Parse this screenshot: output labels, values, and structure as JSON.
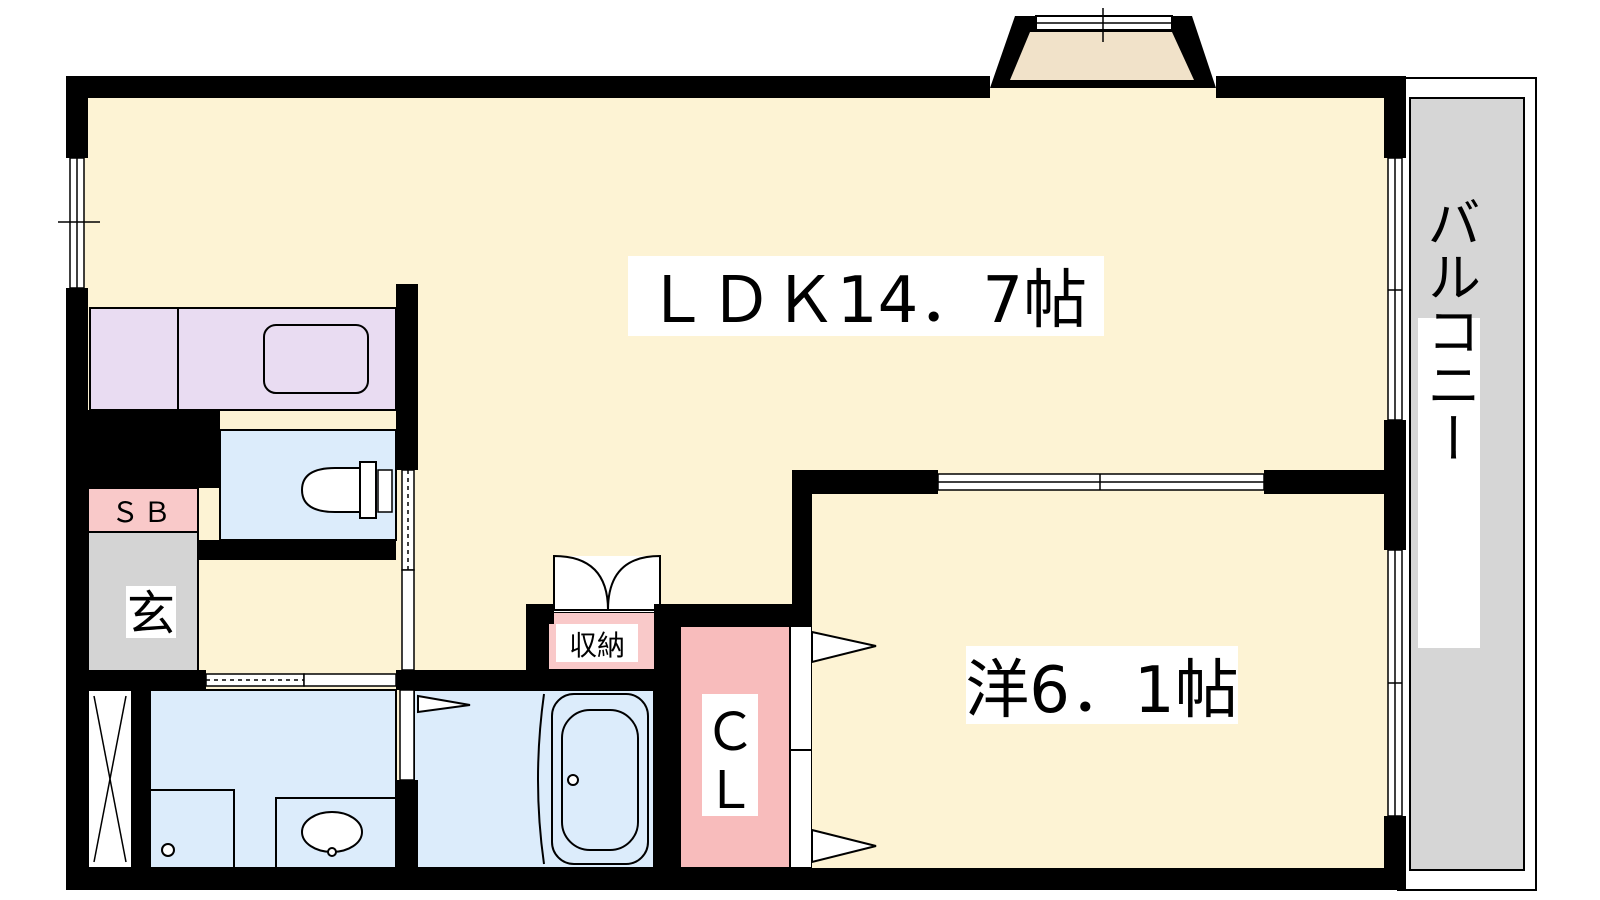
{
  "rooms": {
    "ldk": "ＬＤＫ14．7帖",
    "western": "洋6．1帖",
    "balcony": "バルコニー",
    "entrance": "玄",
    "shoe_box": "ＳＢ",
    "storage": "収納",
    "closet_top": "Ｃ",
    "closet_bottom": "Ｌ"
  },
  "colors": {
    "wall": "#000000",
    "floor": "#fdf3d4",
    "wet_area": "#dcecfb",
    "kitchen": "#e9dcf2",
    "closet": "#f8bcbc",
    "entrance": "#d4d4d4",
    "balcony": "#d6d6d6",
    "bay_window": "#f1e2c9",
    "sb_label": "#f9c9c9"
  }
}
